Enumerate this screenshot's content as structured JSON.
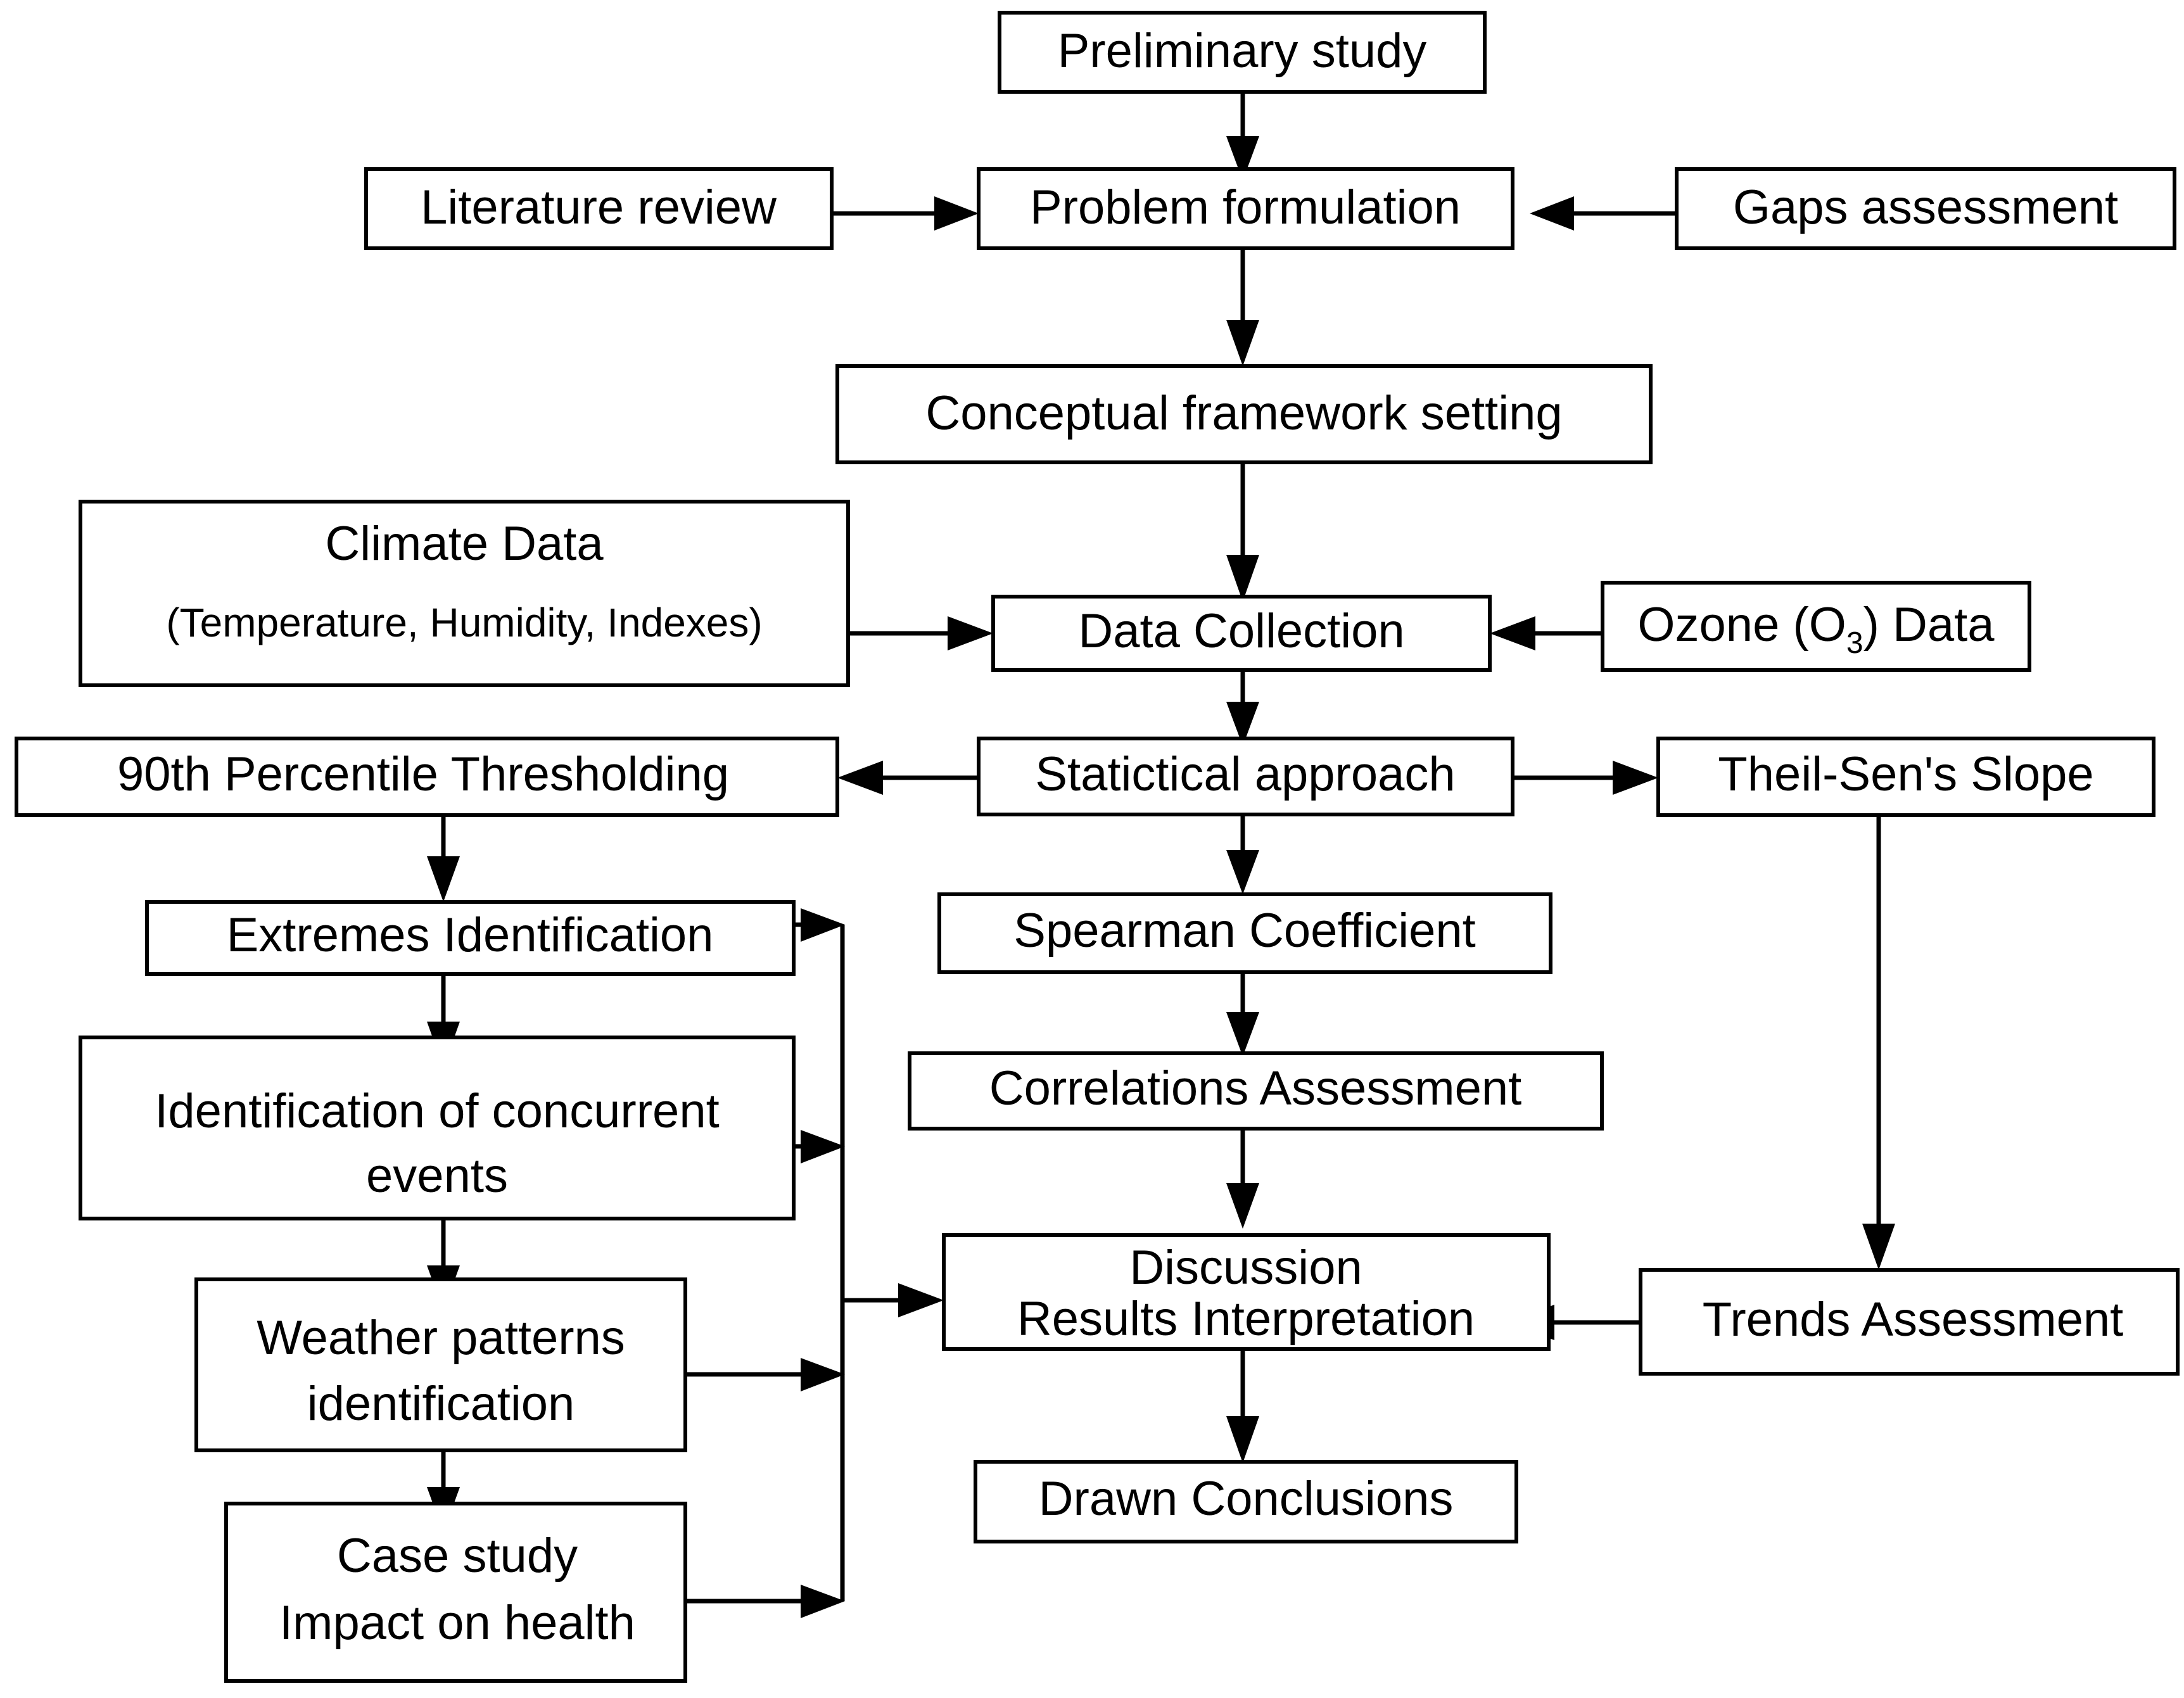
{
  "diagram": {
    "title": "Research methodology flowchart",
    "type": "flowchart",
    "background_color": "#ffffff",
    "line_color": "#000000",
    "box_fill": "#ffffff",
    "nodes": [
      {
        "id": "preliminary-study",
        "label": "Preliminary study"
      },
      {
        "id": "literature-review",
        "label": "Literature review"
      },
      {
        "id": "problem-formulation",
        "label": "Problem formulation"
      },
      {
        "id": "gaps-assessment",
        "label": "Gaps assessment"
      },
      {
        "id": "conceptual-framework",
        "label": "Conceptual framework setting"
      },
      {
        "id": "climate-data",
        "label": "Climate Data",
        "sublabel": "(Temperature, Humidity, Indexes)"
      },
      {
        "id": "data-collection",
        "label": "Data Collection"
      },
      {
        "id": "ozone-data",
        "label_prefix": "Ozone (O",
        "label_sub": "3",
        "label_suffix": ") Data"
      },
      {
        "id": "percentile-thresholding",
        "label": "90th Percentile Thresholding"
      },
      {
        "id": "statistical-approach",
        "label": "Statictical approach"
      },
      {
        "id": "theil-sen-slope",
        "label": "Theil-Sen's Slope"
      },
      {
        "id": "extremes-identification",
        "label": "Extremes Identification"
      },
      {
        "id": "spearman-coefficient",
        "label": "Spearman Coefficient"
      },
      {
        "id": "concurrent-events",
        "label": "Identification of concurrent",
        "sublabel": "events"
      },
      {
        "id": "correlations-assessment",
        "label": "Correlations Assessment"
      },
      {
        "id": "weather-patterns",
        "label": "Weather patterns",
        "sublabel": "identification"
      },
      {
        "id": "discussion",
        "label": "Discussion",
        "sublabel": "Results Interpretation"
      },
      {
        "id": "trends-assessment",
        "label": "Trends Assessment"
      },
      {
        "id": "case-study",
        "label": "Case study",
        "sublabel": "Impact on health"
      },
      {
        "id": "drawn-conclusions",
        "label": "Drawn Conclusions"
      }
    ],
    "edges": [
      {
        "from": "preliminary-study",
        "to": "problem-formulation"
      },
      {
        "from": "literature-review",
        "to": "problem-formulation"
      },
      {
        "from": "gaps-assessment",
        "to": "problem-formulation"
      },
      {
        "from": "problem-formulation",
        "to": "conceptual-framework"
      },
      {
        "from": "conceptual-framework",
        "to": "data-collection"
      },
      {
        "from": "climate-data",
        "to": "data-collection"
      },
      {
        "from": "ozone-data",
        "to": "data-collection"
      },
      {
        "from": "data-collection",
        "to": "statistical-approach"
      },
      {
        "from": "statistical-approach",
        "to": "percentile-thresholding"
      },
      {
        "from": "statistical-approach",
        "to": "theil-sen-slope"
      },
      {
        "from": "statistical-approach",
        "to": "spearman-coefficient"
      },
      {
        "from": "percentile-thresholding",
        "to": "extremes-identification"
      },
      {
        "from": "extremes-identification",
        "to": "concurrent-events"
      },
      {
        "from": "concurrent-events",
        "to": "weather-patterns"
      },
      {
        "from": "weather-patterns",
        "to": "case-study"
      },
      {
        "from": "spearman-coefficient",
        "to": "correlations-assessment"
      },
      {
        "from": "correlations-assessment",
        "to": "discussion"
      },
      {
        "from": "theil-sen-slope",
        "to": "trends-assessment"
      },
      {
        "from": "trends-assessment",
        "to": "discussion"
      },
      {
        "from": "extremes-identification",
        "to": "discussion"
      },
      {
        "from": "concurrent-events",
        "to": "discussion"
      },
      {
        "from": "weather-patterns",
        "to": "discussion"
      },
      {
        "from": "case-study",
        "to": "discussion"
      },
      {
        "from": "discussion",
        "to": "drawn-conclusions"
      }
    ]
  }
}
